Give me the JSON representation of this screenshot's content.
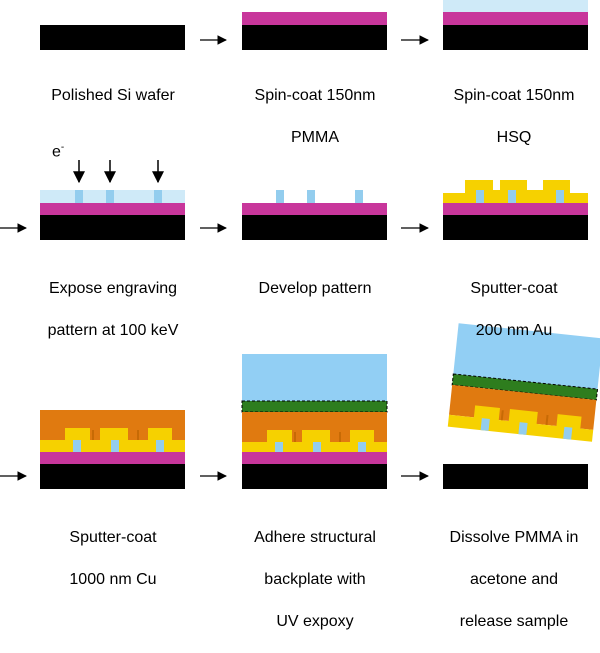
{
  "steps": [
    {
      "lines": [
        "Polished Si wafer"
      ]
    },
    {
      "lines": [
        "Spin-coat 150nm",
        "PMMA"
      ]
    },
    {
      "lines": [
        "Spin-coat 150nm",
        "HSQ"
      ]
    },
    {
      "lines": [
        "Expose engraving",
        "pattern at 100 keV"
      ]
    },
    {
      "lines": [
        "Develop pattern"
      ]
    },
    {
      "lines": [
        "Sputter-coat",
        "200 nm Au"
      ]
    },
    {
      "lines": [
        "Sputter-coat",
        "1000 nm Cu"
      ]
    },
    {
      "lines": [
        "Adhere structural",
        "backplate with",
        "UV expoxy"
      ]
    },
    {
      "lines": [
        "Dissolve PMMA in",
        "acetone and",
        "release sample"
      ]
    }
  ],
  "electron_label": "e",
  "electron_sup": "-",
  "colors": {
    "si": "#000000",
    "pmma": "#c8369b",
    "hsq": "#cfeaf8",
    "hsq_dark": "#93cdee",
    "au": "#f6d100",
    "cu": "#e07a10",
    "epoxy": "#2e7d1e",
    "backplate": "#92cff4"
  }
}
